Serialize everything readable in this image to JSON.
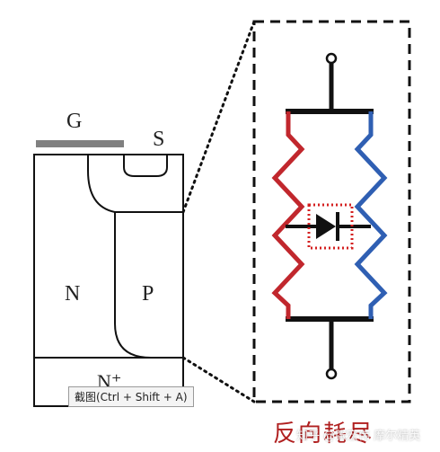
{
  "labels": {
    "gate": "G",
    "source": "S",
    "n_region": "N",
    "p_region": "P",
    "n_plus": "N⁺"
  },
  "caption": "反向耗尽",
  "tooltip": "截图(Ctrl + Shift + A)",
  "watermark": "知乎 @张宏伟 摩尔精英",
  "colors": {
    "p_side": "#c1272d",
    "n_side": "#2f5fb3",
    "outline": "#111111",
    "gate": "#808080",
    "highlight": "#d42020"
  }
}
